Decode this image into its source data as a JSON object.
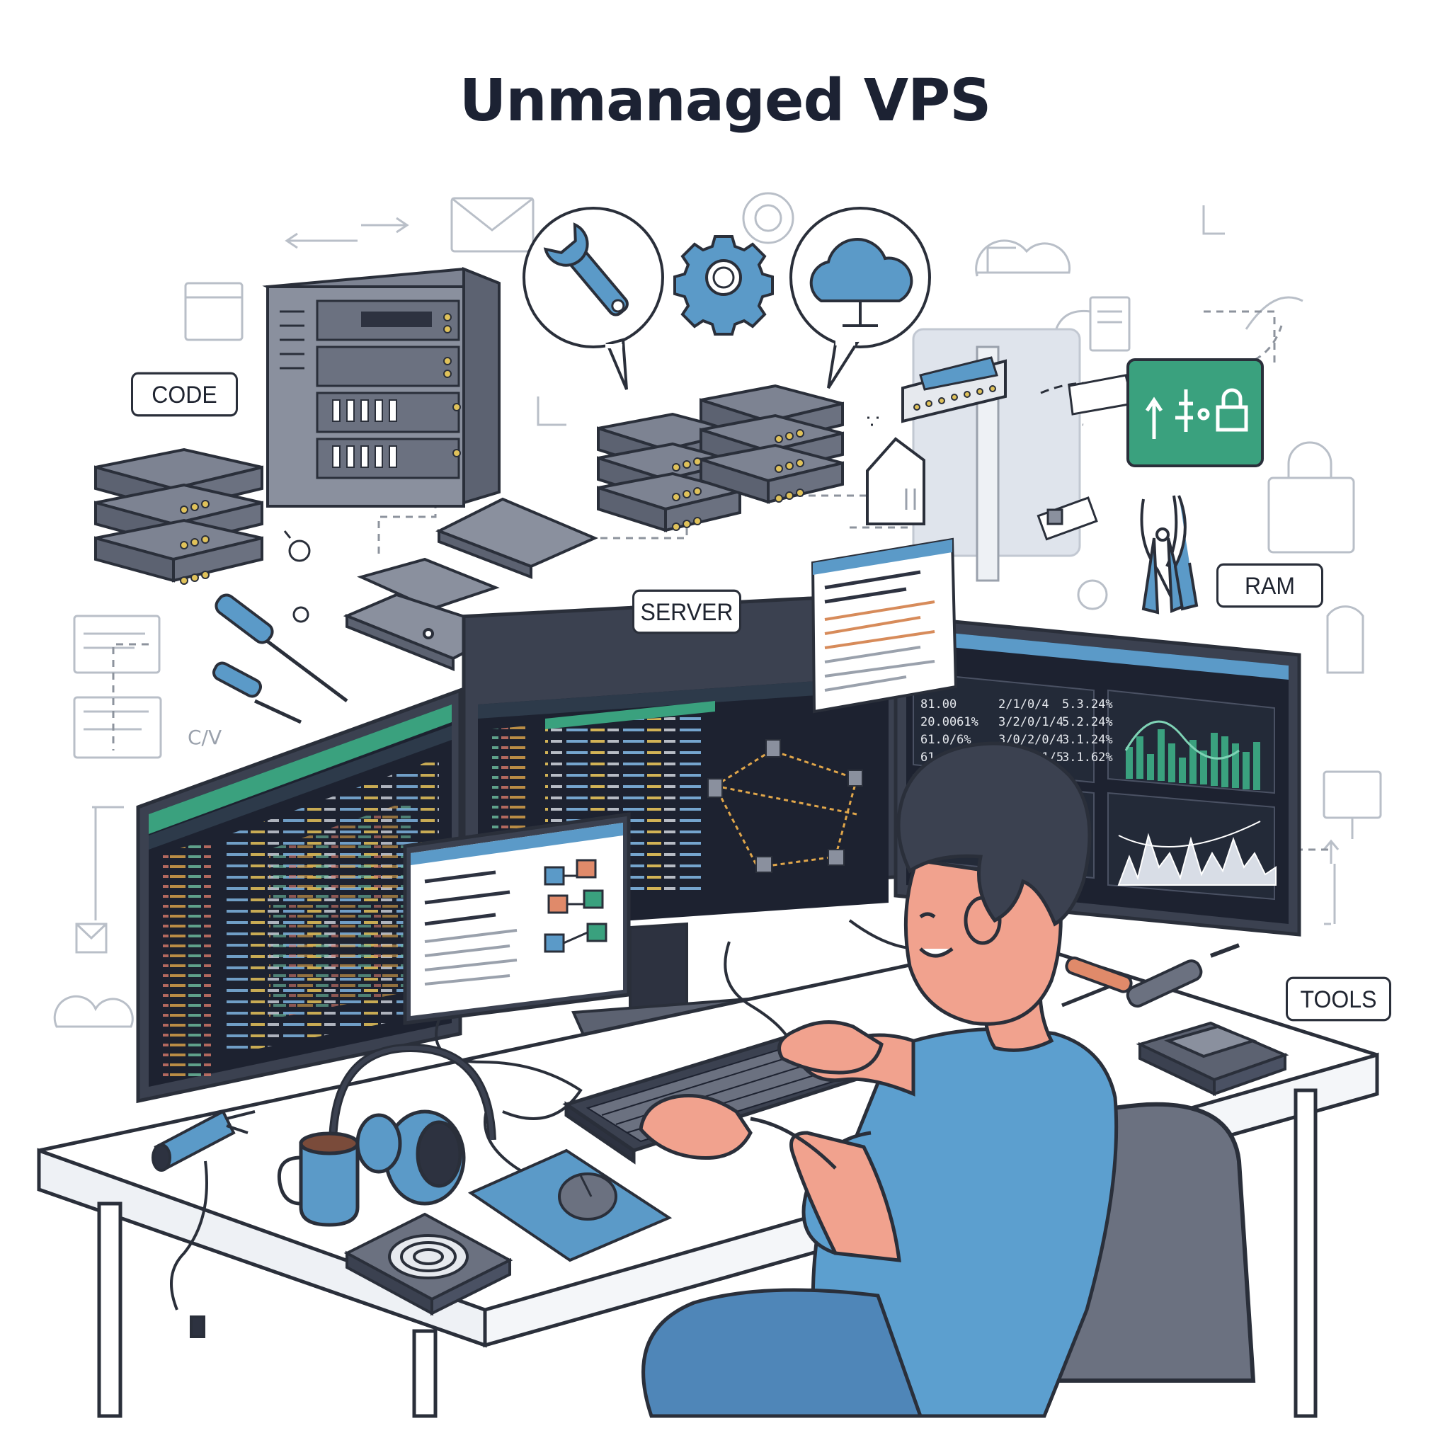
{
  "title": "Unmanaged VPS",
  "labels": {
    "code": "CODE",
    "server": "SERVER",
    "ram": "RAM",
    "tools": "TOOLS",
    "csv": "C/V"
  },
  "colors": {
    "outline": "#2a2f3a",
    "server_gray": "#6b7282",
    "accent_blue": "#5b9ac8",
    "accent_teal": "#3aa17e",
    "screen_dark": "#1d2230",
    "skin": "#f1a28e",
    "shirt": "#5c9fcf"
  },
  "dashboard": {
    "rows": [
      [
        "81.00",
        "2/1/0/4",
        "5.3.24%"
      ],
      [
        "20.0061%",
        "3/2/0/1/4",
        "5.2.24%"
      ],
      [
        "61.0/6%",
        "3/0/2/0/4",
        "3.1.24%"
      ],
      [
        "61.00.06%",
        "3.0.4/1/5",
        "3.1.62%"
      ]
    ]
  }
}
